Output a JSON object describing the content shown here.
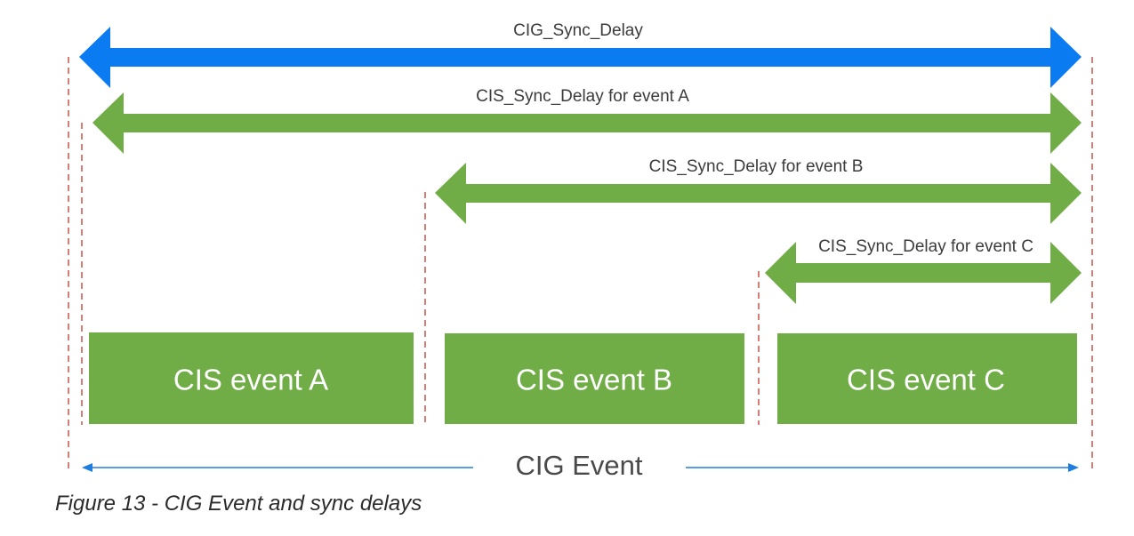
{
  "diagram": {
    "colors": {
      "cig_arrow": "#0a7bf0",
      "cis_arrow": "#70ad47",
      "event_box": "#70ad47",
      "guide_line": "#c0392b",
      "span_arrow": "#1f7fe0"
    },
    "cig_sync_delay_label": "CIG_Sync_Delay",
    "cis_sync_delay_a_label": "CIS_Sync_Delay for event A",
    "cis_sync_delay_b_label": "CIS_Sync_Delay for event B",
    "cis_sync_delay_c_label": "CIS_Sync_Delay for event C",
    "events": [
      "CIS event A",
      "CIS event B",
      "CIS event C"
    ],
    "cig_event_label": "CIG Event"
  },
  "caption": "Figure 13 - CIG Event and sync delays"
}
